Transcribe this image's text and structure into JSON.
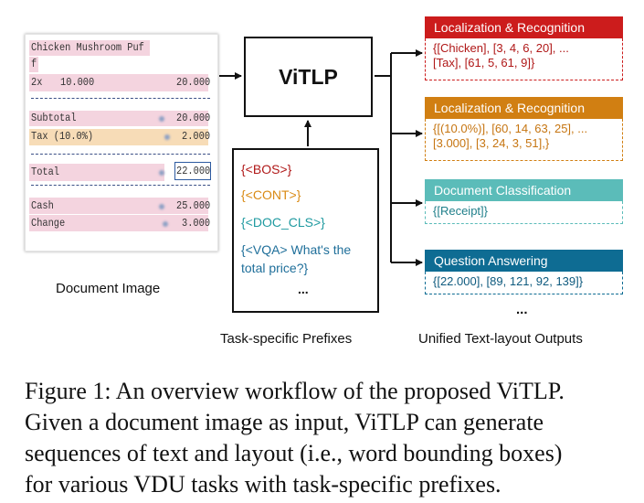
{
  "receipt": {
    "line1": "Chicken Mushroom Puf",
    "line2": "f",
    "line3_qty": "2x",
    "line3_price": "10.000",
    "line3_total": "20.000",
    "subtotal_label": "Subtotal",
    "subtotal_value": "20.000",
    "tax_label": "Tax (10.0%)",
    "tax_value": "2.000",
    "total_label": "Total",
    "total_value": "22.000",
    "cash_label": "Cash",
    "cash_value": "25.000",
    "change_label": "Change",
    "change_value": "3.000"
  },
  "document_image_label": "Document Image",
  "model_label": "ViTLP",
  "prefixes": {
    "bos": "{<BOS>}",
    "cont": "{<CONT>}",
    "doc_cls": "{<DOC_CLS>}",
    "vqa_line1": "{<VQA> What's the",
    "vqa_line2": "total price?}",
    "ellipsis": "...",
    "caption": "Task-specific Prefixes"
  },
  "outputs": [
    {
      "title": "Localization & Recognition",
      "color": "#cc1c1c",
      "line1": "{[Chicken], [3, 4, 6, 20], ...",
      "line2": "[Tax], [61, 5, 61, 9]}"
    },
    {
      "title": "Localization & Recognition",
      "color": "#d17f12",
      "line1": "{[(10.0%)], [60, 14, 63, 25], ...",
      "line2": "[3.000], [3, 24, 3, 51],}"
    },
    {
      "title": "Document Classification",
      "color": "#5bbcb9",
      "line1": "{[Receipt]}",
      "line2": ""
    },
    {
      "title": "Question Answering",
      "color": "#0e6c93",
      "line1": "{[22.000], [89, 121, 92, 139]}",
      "line2": ""
    }
  ],
  "outputs_ellipsis": "...",
  "outputs_caption": "Unified Text-layout Outputs",
  "colors": {
    "bos": "#b01818",
    "cont": "#d98a14",
    "doc_cls": "#1f9aa0",
    "vqa": "#1f6f9a",
    "receipt_highlight_pink": "#f4d4df",
    "receipt_highlight_orange": "#f7dcb7",
    "total_box": "#2d5aa0"
  },
  "figure_caption": {
    "line1": "Figure 1: An overview workflow of the proposed ViTLP.",
    "line2": "Given a document image as input, ViTLP can generate",
    "line3": "sequences of text and layout (i.e., word bounding boxes)",
    "line4": "for various VDU tasks with task-specific prefixes."
  }
}
